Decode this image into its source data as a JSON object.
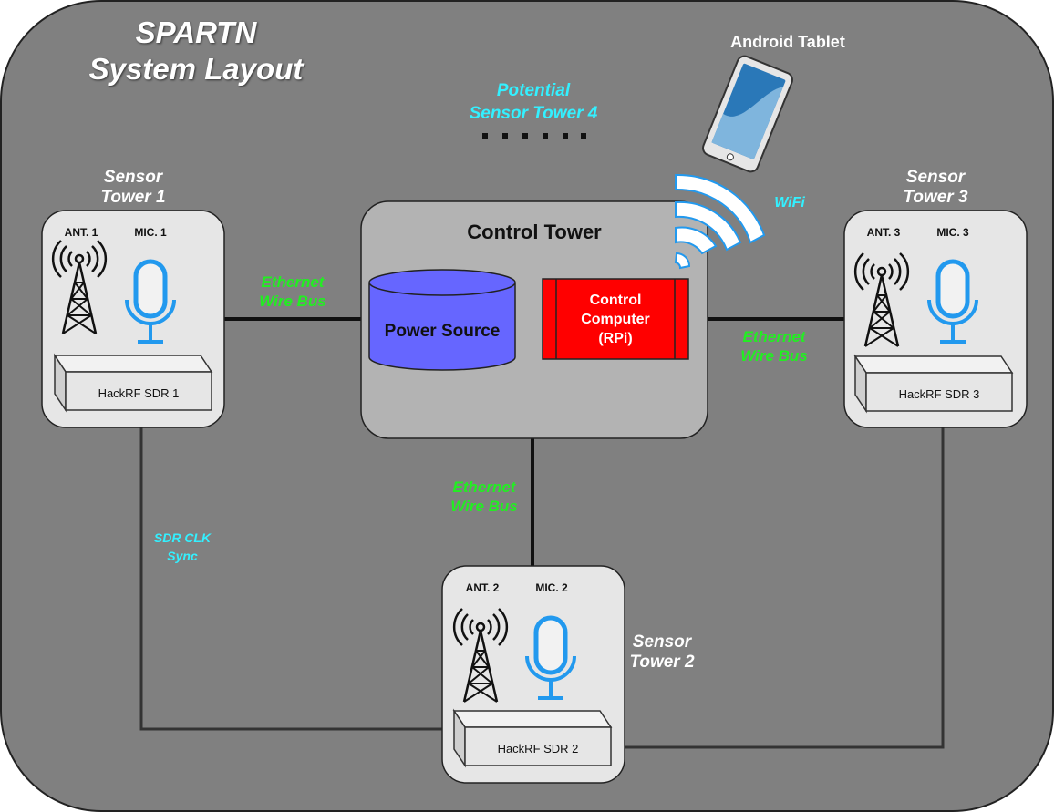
{
  "title": [
    "SPARTN",
    "System Layout"
  ],
  "android_tablet": "Android Tablet",
  "potential_tower": [
    "Potential",
    "Sensor Tower 4"
  ],
  "wifi": "WiFi",
  "control_tower": {
    "title": "Control Tower",
    "power_source": "Power Source",
    "control_computer": [
      "Control",
      "Computer",
      "(RPi)"
    ]
  },
  "towers": {
    "t1": {
      "label": [
        "Sensor",
        "Tower 1"
      ],
      "ant": "ANT. 1",
      "mic": "MIC. 1",
      "sdr": "HackRF SDR 1"
    },
    "t2": {
      "label": [
        "Sensor",
        "Tower 2"
      ],
      "ant": "ANT. 2",
      "mic": "MIC. 2",
      "sdr": "HackRF SDR 2"
    },
    "t3": {
      "label": [
        "Sensor",
        "Tower 3"
      ],
      "ant": "ANT. 3",
      "mic": "MIC. 3",
      "sdr": "HackRF SDR 3"
    }
  },
  "ethernet": [
    "Ethernet",
    "Wire Bus"
  ],
  "sdr_sync": [
    "SDR CLK",
    "Sync"
  ],
  "colors": {
    "background": "#808080",
    "panel": "#e6e6e6",
    "control_panel": "#b3b3b3",
    "power_source": "#6666ff",
    "control_computer": "#ff0000",
    "ethernet_text": "#22ee22",
    "cyan_text": "#33f0ff",
    "icon_blue": "#2299ee"
  }
}
